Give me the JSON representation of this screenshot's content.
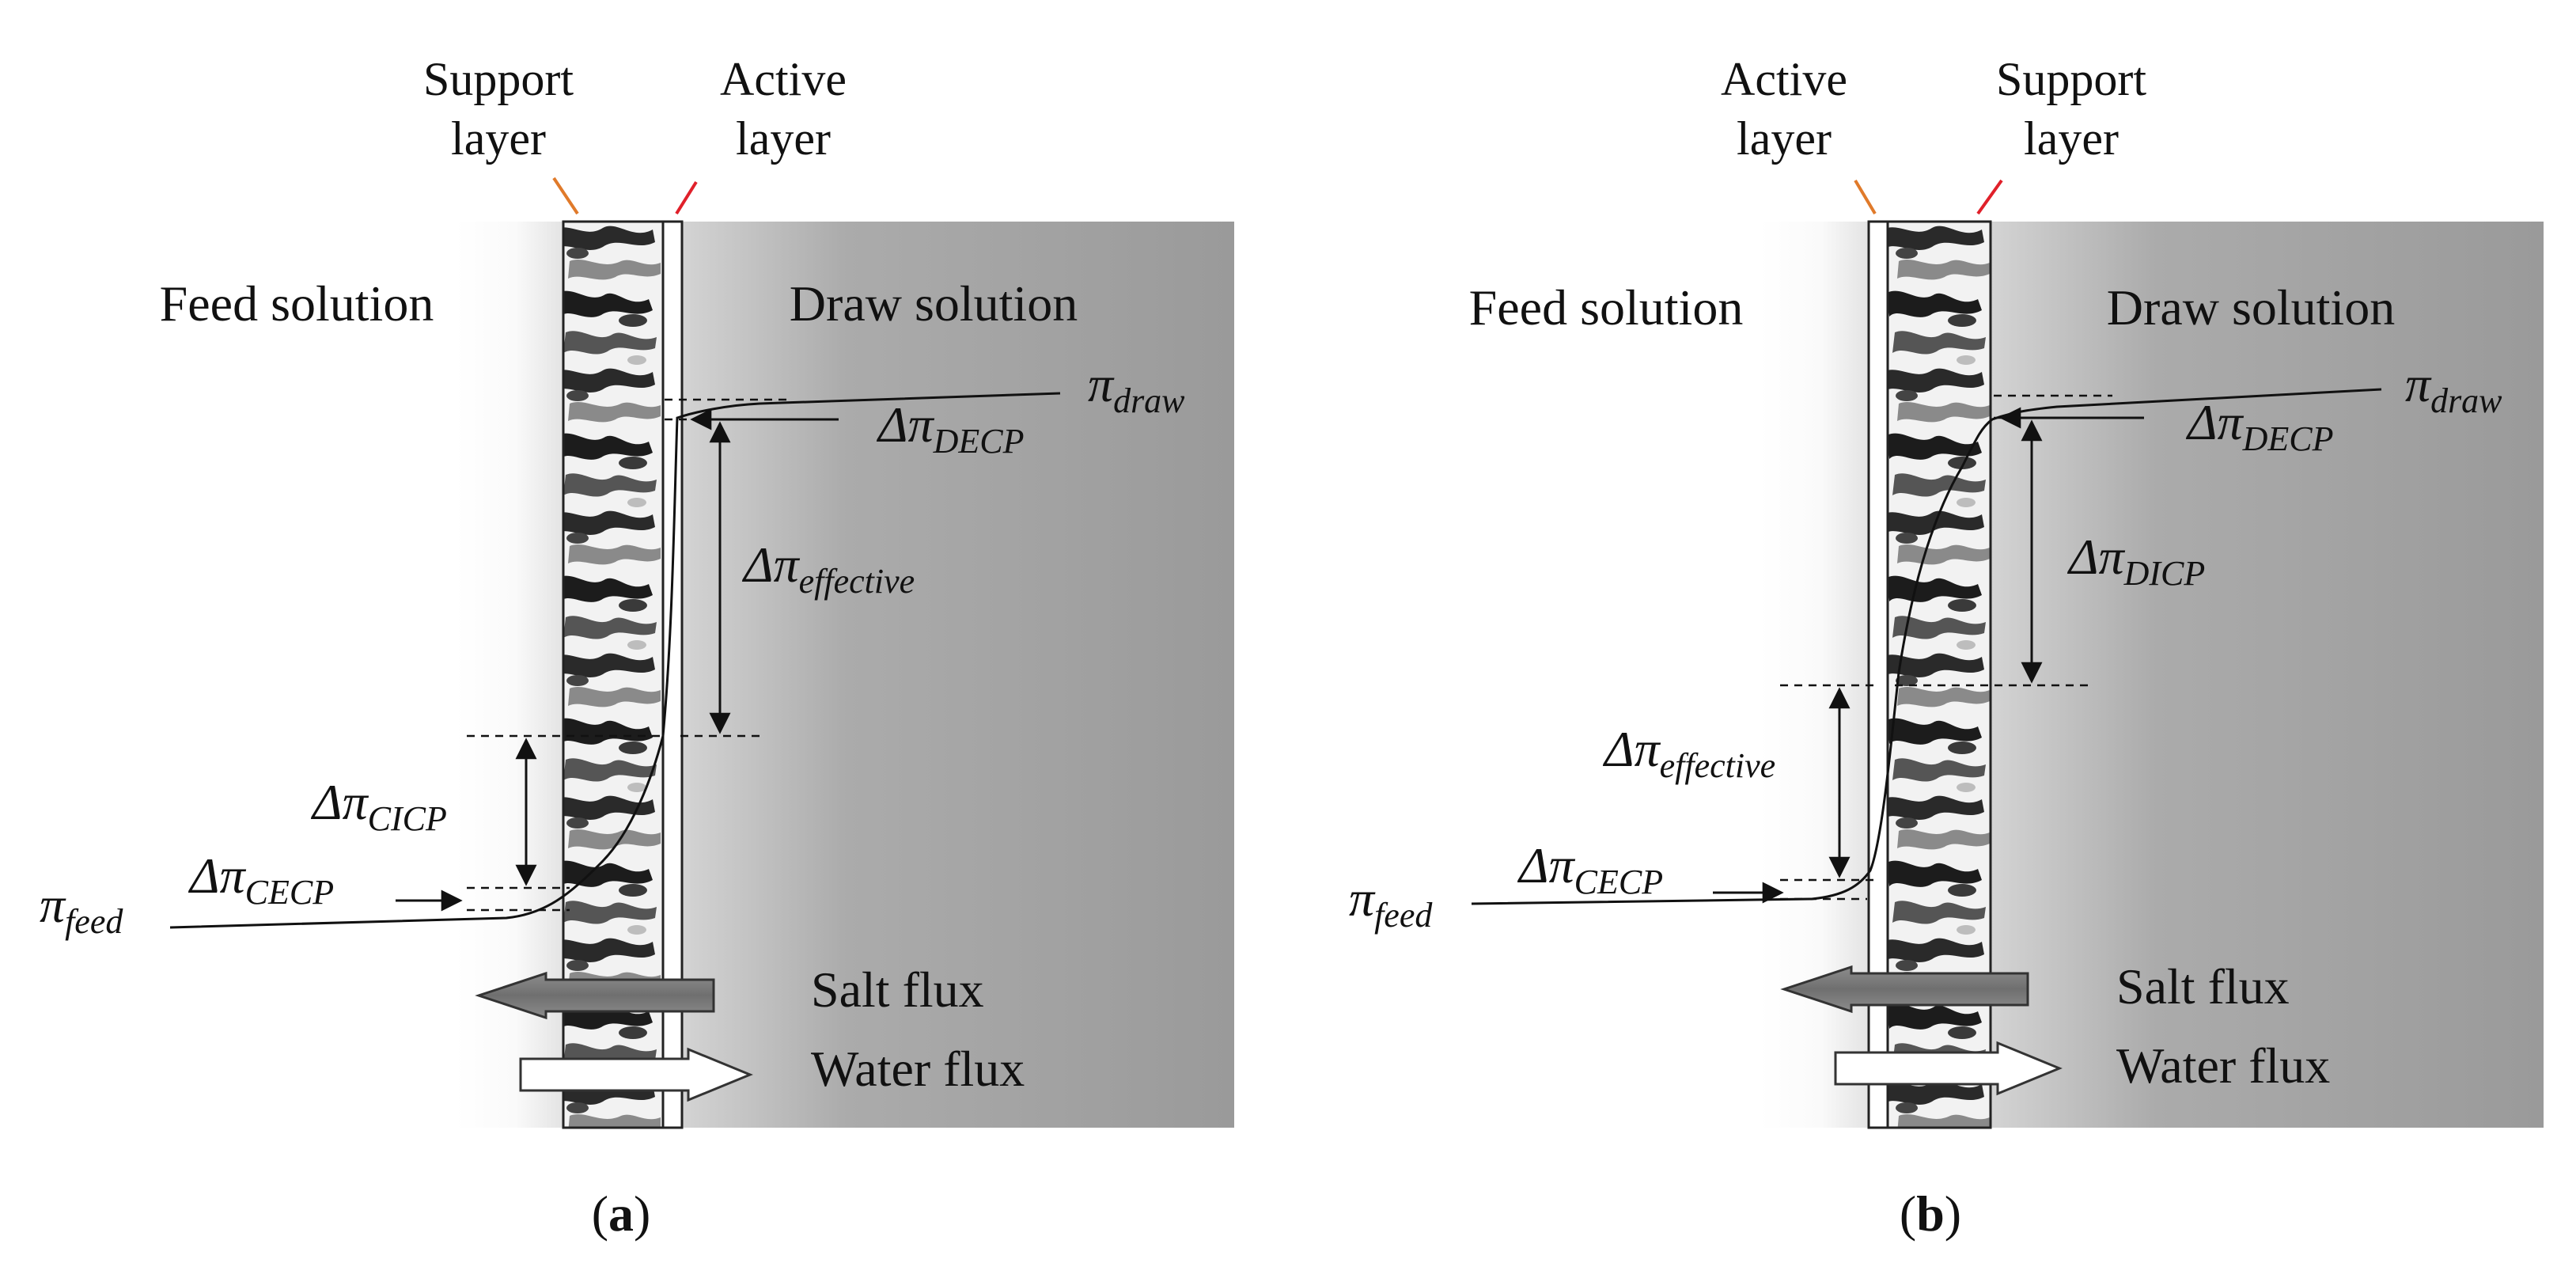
{
  "panels": [
    {
      "id": "a",
      "label_prefix": "(",
      "label_letter": "a",
      "label_suffix": ")",
      "support_layer": [
        "Support",
        "layer"
      ],
      "active_layer": [
        "Active",
        "layer"
      ],
      "feed_solution": "Feed solution",
      "draw_solution": "Draw solution",
      "pi_draw": {
        "sym": "π",
        "sub": "draw"
      },
      "pi_feed": {
        "sym": "π",
        "sub": "feed"
      },
      "d_decp": {
        "sym": "Δπ",
        "sub": "DECP"
      },
      "d_effective": {
        "sym": "Δπ",
        "sub": "effective"
      },
      "d_cicp": {
        "sym": "Δπ",
        "sub": "CICP"
      },
      "d_cecp": {
        "sym": "Δπ",
        "sub": "CECP"
      },
      "salt_flux": "Salt flux",
      "water_flux": "Water flux"
    },
    {
      "id": "b",
      "label_prefix": "(",
      "label_letter": "b",
      "label_suffix": ")",
      "active_layer": [
        "Active",
        "layer"
      ],
      "support_layer": [
        "Support",
        "layer"
      ],
      "feed_solution": "Feed solution",
      "draw_solution": "Draw solution",
      "pi_draw": {
        "sym": "π",
        "sub": "draw"
      },
      "pi_feed": {
        "sym": "π",
        "sub": "feed"
      },
      "d_decp": {
        "sym": "Δπ",
        "sub": "DECP"
      },
      "d_dicp": {
        "sym": "Δπ",
        "sub": "DICP"
      },
      "d_effective": {
        "sym": "Δπ",
        "sub": "effective"
      },
      "d_cecp": {
        "sym": "Δπ",
        "sub": "CECP"
      },
      "salt_flux": "Salt flux",
      "water_flux": "Water flux"
    }
  ],
  "colors": {
    "draw_solution_bg": "#9a9a9a",
    "support_layer_leader": "#e07a2a",
    "active_layer_leader": "#e0202a"
  }
}
